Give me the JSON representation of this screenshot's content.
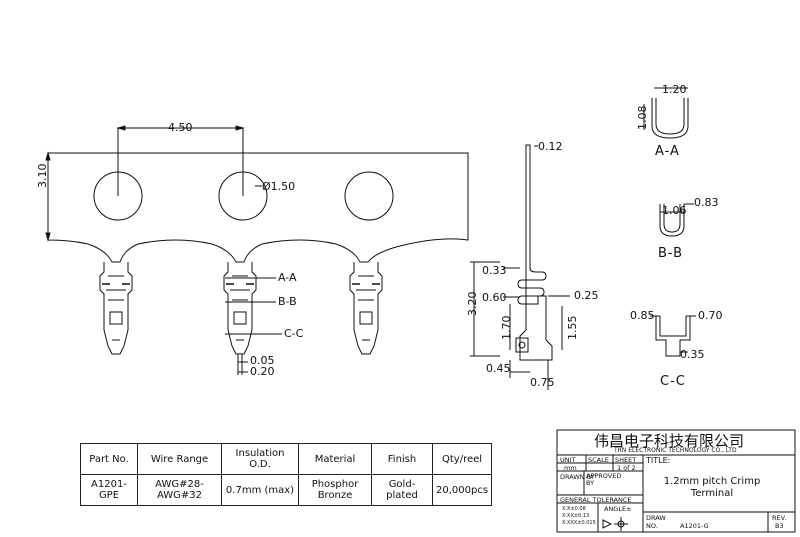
{
  "dims": {
    "pitch": "4.50",
    "height": "3.10",
    "hole_dia": "Ø1.50",
    "sec_aa": "A-A",
    "sec_bb": "B-B",
    "sec_cc": "C-C",
    "d_005": "0.05",
    "d_020": "0.20",
    "d_012": "0.12",
    "d_033": "0.33",
    "d_320": "3.20",
    "d_060": "0.60",
    "d_025": "0.25",
    "d_170": "1.70",
    "d_155": "1.55",
    "d_045": "0.45",
    "d_075": "0.75",
    "aa_w": "1.20",
    "aa_h": "1.08",
    "bb_w": "1.06",
    "bb_r": "0.83",
    "cc_l": "0.85",
    "cc_r": "0.70",
    "cc_b": "0.35"
  },
  "spec_table": {
    "headers": [
      "Part No.",
      "Wire Range",
      "Insulation O.D.",
      "Material",
      "Finish",
      "Qty/reel"
    ],
    "row": [
      "A1201-GPE",
      "AWG#28-AWG#32",
      "0.7mm (max)",
      "Phosphor Bronze",
      "Gold-plated",
      "20,000pcs"
    ]
  },
  "title_block": {
    "company_cn": "伟昌电子科技有限公司",
    "company_en": "TRN ELECTRONIC TECHNOLOGY CO., LTD",
    "unit_label": "UNIT",
    "unit_value": "mm",
    "scale_label": "SCALE",
    "sheet_label": "SHEET",
    "sheet_value": "1 of 2",
    "title_label": "TITLE:",
    "title_value": "1.2mm pitch Crimp Terminal",
    "drawn_by": "DRAWN BY",
    "approved_by": "APPROVED BY",
    "general_tolerance": "GENERAL TOLERANCE",
    "tol_1": "X.X±0.08",
    "tol_2": "X.XX±0.13",
    "tol_3": "X.XXX±0.015",
    "angle": "ANGLE±",
    "draw_no_label": "DRAW NO.",
    "draw_no_value": "A1201-G",
    "rev_label": "REV.",
    "rev_value": "B3"
  }
}
